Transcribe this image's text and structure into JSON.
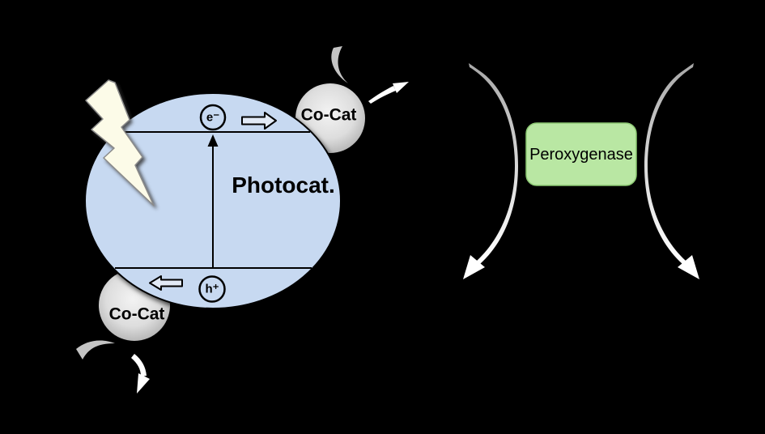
{
  "diagram": {
    "background_color": "#000000",
    "photocatalyst": {
      "label": "Photocat.",
      "fill_color": "#c7d9f1",
      "electron_label": "e⁻",
      "hole_label": "h⁺"
    },
    "cocatalyst_top": {
      "label": "Co-Cat",
      "fill_color": "#d9d9d9"
    },
    "cocatalyst_bottom": {
      "label": "Co-Cat",
      "fill_color": "#d9d9d9"
    },
    "enzyme": {
      "label": "Peroxygenase",
      "fill_color": "#b9e7a3",
      "border_color": "#8cc973"
    },
    "icons": {
      "lightning_bolt_color": "#fcfbe8",
      "cycle_arrow_gradient": [
        "#a8a8a8",
        "#ffffff"
      ]
    }
  }
}
